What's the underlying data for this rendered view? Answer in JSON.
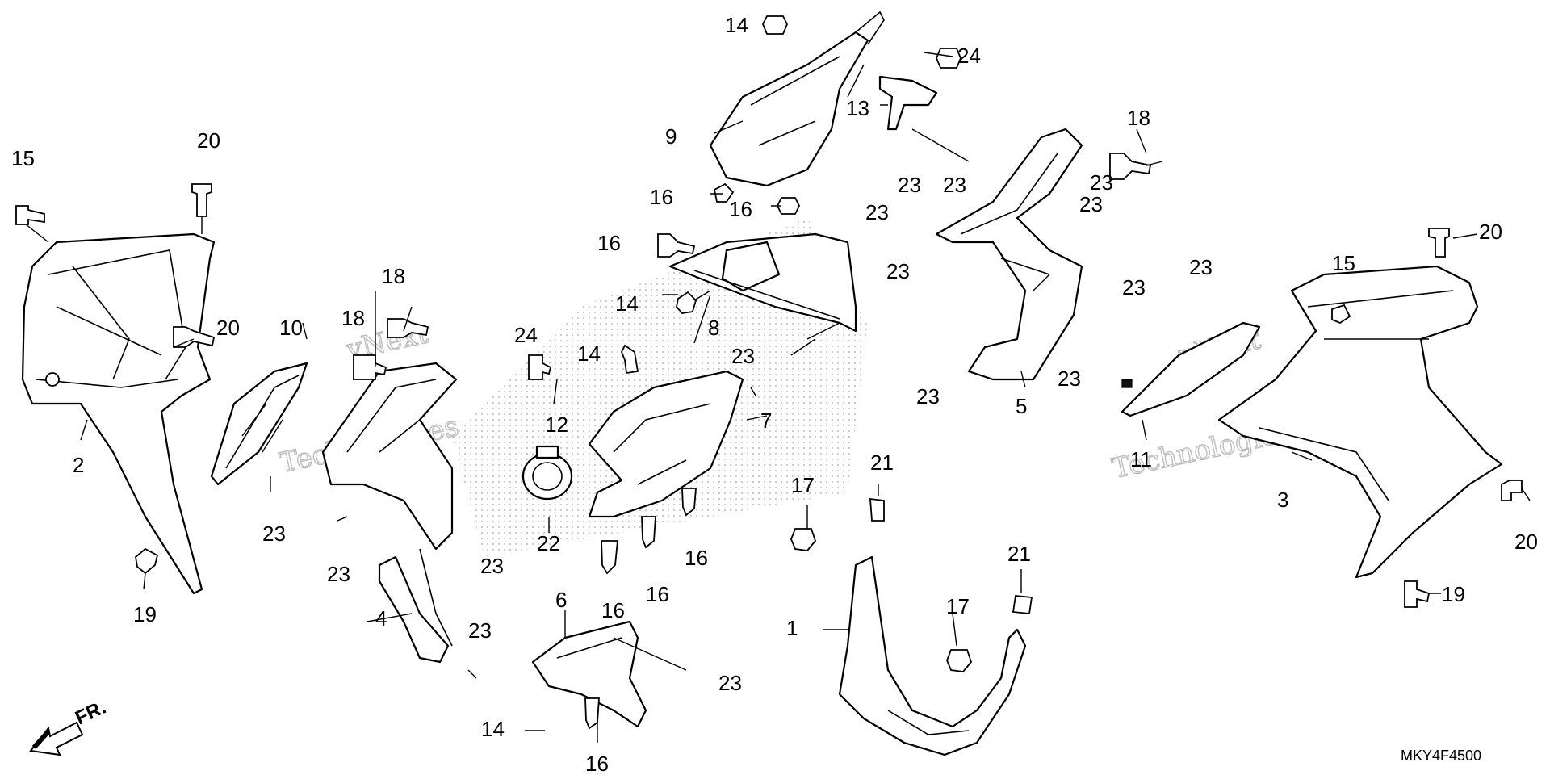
{
  "diagram_code": "MKY4F4500",
  "direction_label": "FR.",
  "watermark": {
    "line1": "vNext",
    "line2": "Technologies"
  },
  "colors": {
    "ink": "#000000",
    "watermark": "#bdbdbd",
    "background": "#ffffff"
  },
  "callouts": {
    "c1": "1",
    "c2": "2",
    "c3": "3",
    "c4": "4",
    "c5": "5",
    "c6": "6",
    "c7": "7",
    "c8": "8",
    "c9": "9",
    "c10": "10",
    "c11": "11",
    "c12": "12",
    "c13": "13",
    "c14a": "14",
    "c14b": "14",
    "c14c": "14",
    "c14d": "14",
    "c15a": "15",
    "c15b": "15",
    "c16a": "16",
    "c16b": "16",
    "c16c": "16",
    "c16d": "16",
    "c16e": "16",
    "c16f": "16",
    "c16g": "16",
    "c17a": "17",
    "c17b": "17",
    "c18a": "18",
    "c18b": "18",
    "c18c": "18",
    "c19a": "19",
    "c19b": "19",
    "c20a": "20",
    "c20b": "20",
    "c20c": "20",
    "c20d": "20",
    "c21a": "21",
    "c21b": "21",
    "c22": "22",
    "c23a": "23",
    "c23b": "23",
    "c23c": "23",
    "c23d": "23",
    "c23e": "23",
    "c23f": "23",
    "c23g": "23",
    "c23h": "23",
    "c23i": "23",
    "c23j": "23",
    "c23k": "23",
    "c23l": "23",
    "c23m": "23",
    "c23n": "23",
    "c23o": "23",
    "c23p": "23",
    "c24a": "24",
    "c24b": "24"
  }
}
